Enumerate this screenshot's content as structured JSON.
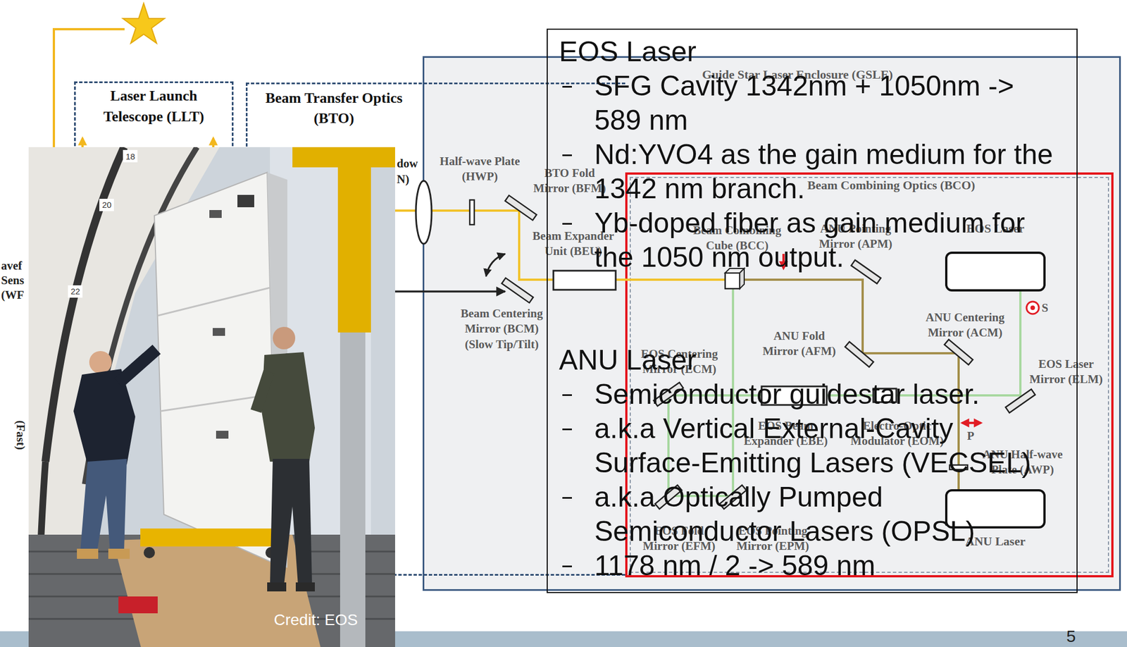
{
  "diagram": {
    "nodes": [
      {
        "text": [
          "Laser Launch Telescope (LLT)"
        ]
      },
      {
        "text": [
          "Beam Transfer Optics (BTO)"
        ]
      },
      {
        "text": [
          "Guide Star Laser Enclosure (GSLE)"
        ]
      },
      {
        "text": [
          "Beam Combining Optics (BCO)"
        ],
        "in": 2
      },
      {
        "text": [
          "EOS Laser"
        ],
        "in": 3
      },
      {
        "text": [
          "ANU Laser"
        ],
        "in": 3
      },
      {
        "text": [
          "EOS Laser",
          "SFG Cavity 1342nm + 1050nm -> 589 nm",
          "Nd:YVO4 as the gain medium for the 1342 nm branch.",
          "Yb-doped fiber as gain medium for the 1050 nm output.",
          "ANU Laser",
          "Semiconductor guidestar laser.",
          "a.k.a Vertical External-Cavity Surface-Emitting Lasers (VECSEL)",
          "a.k.a Optically Pumped Semiconductor Lasers (OPSL)",
          "1178 nm / 2 -> 589 nm"
        ]
      }
    ],
    "labels": [
      "Half-wave Plate (HWP)",
      "BTO Fold Mirror (BFM)",
      "Beam Expander Unit (BEU)",
      "Beam Centering Mirror (BCM) (Slow Tip/Tilt)",
      "Beam Combining Cube (BCC)",
      "ANU Pointing Mirror (APM)",
      "ANU Centering Mirror (ACM)",
      "ANU Fold Mirror (AFM)",
      "EOS Centering Mirror (ECM)",
      "EOS Laser Mirror (ELM)",
      "EOS Beam Expander (EBE)",
      "Electro-Optic Modulator (EOM)",
      "P",
      "ANU Half-wave Plate (AWP)",
      "EOS Fold Mirror (EFM)",
      "EOS Pointing Mirror (EPM)",
      "S",
      "dow",
      "N)",
      "avef",
      "Sens",
      "(WF",
      "(Fast)",
      "18",
      "20",
      "22",
      "Credit: EOS",
      "5"
    ]
  }
}
